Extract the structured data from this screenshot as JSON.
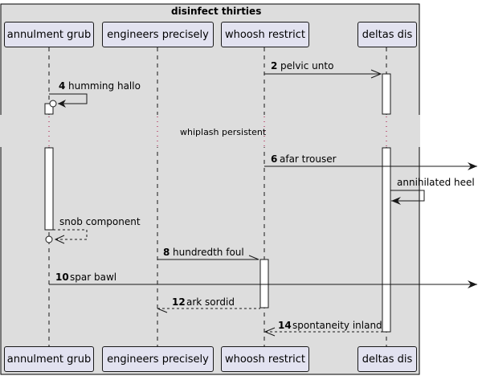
{
  "group": {
    "title": "disinfect thirties"
  },
  "participants": [
    {
      "id": "p1",
      "name": "annulment grub"
    },
    {
      "id": "p2",
      "name": "engineers precisely"
    },
    {
      "id": "p3",
      "name": "whoosh restrict"
    },
    {
      "id": "p4",
      "name": "deltas dis"
    }
  ],
  "messages": [
    {
      "num": "2",
      "text": "pelvic unto"
    },
    {
      "num": "4",
      "text": "humming hallo"
    },
    {
      "num": "",
      "text": "whiplash persistent"
    },
    {
      "num": "6",
      "text": "afar trouser"
    },
    {
      "num": "",
      "text": "annihilated heel"
    },
    {
      "num": "",
      "text": "snob component"
    },
    {
      "num": "8",
      "text": "hundredth foul"
    },
    {
      "num": "10",
      "text": "spar bawl"
    },
    {
      "num": "12",
      "text": "ark sordid"
    },
    {
      "num": "14",
      "text": "spontaneity inland"
    }
  ],
  "colors": {
    "frame_bg": "#dddddd",
    "participant_bg": "#e2e2f0",
    "line": "#181818",
    "lifeline": "#181818",
    "divider": "#a80036"
  }
}
